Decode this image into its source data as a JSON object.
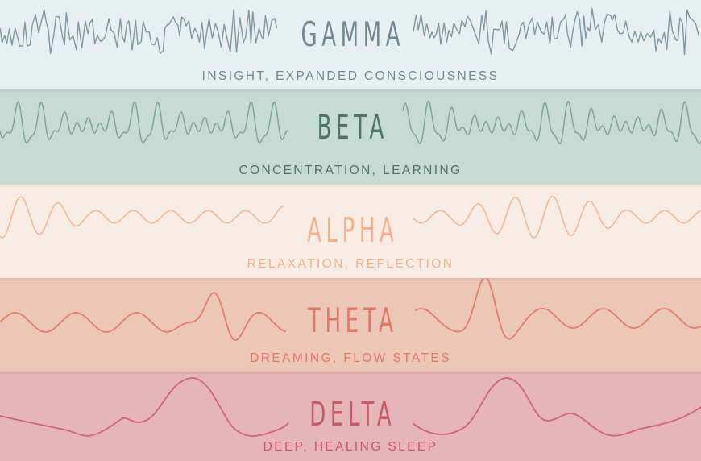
{
  "diagram": {
    "type": "brain-wave-frequency-bands",
    "bands": [
      {
        "id": "gamma",
        "title": "GAMMA",
        "subtitle": "INSIGHT, EXPANDED CONSCIOUSNESS",
        "colors": {
          "background": "#e6f0f0",
          "lip": "#d9e7e7",
          "text": "#6f8891",
          "wave": "#7f97a0"
        }
      },
      {
        "id": "beta",
        "title": "BETA",
        "subtitle": "CONCENTRATION, LEARNING",
        "colors": {
          "background": "#c7dbd5",
          "lip": "#bcd3cc",
          "text": "#4d7466",
          "wave": "#7ea597"
        }
      },
      {
        "id": "alpha",
        "title": "ALPHA",
        "subtitle": "RELAXATION, REFLECTION",
        "colors": {
          "background": "#f8ece3",
          "lip": "#f3e3d7",
          "text": "#eeb28e",
          "wave": "#efbc9a"
        }
      },
      {
        "id": "theta",
        "title": "THETA",
        "subtitle": "DREAMING, FLOW STATES",
        "colors": {
          "background": "#ecc7b8",
          "lip": "#e5bcac",
          "text": "#df7868",
          "wave": "#e17d6e"
        }
      },
      {
        "id": "delta",
        "title": "DELTA",
        "subtitle": "DEEP, HEALING SLEEP",
        "colors": {
          "background": "#e6b5b7",
          "lip": "#e0abad",
          "text": "#c65a66",
          "wave": "#cc6673"
        }
      }
    ]
  }
}
